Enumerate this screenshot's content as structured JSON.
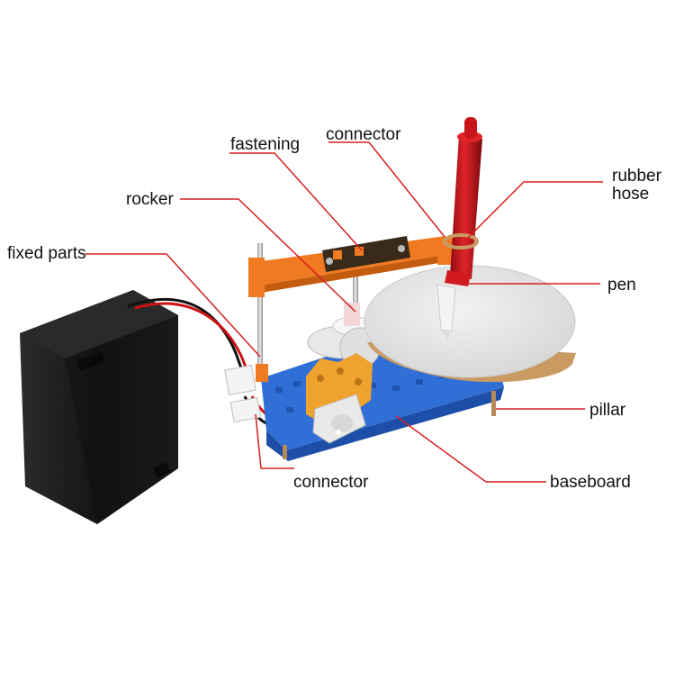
{
  "labels": {
    "fastening": "fastening",
    "connector_top": "connector",
    "rubber_hose_line1": "rubber",
    "rubber_hose_line2": "hose",
    "rocker": "rocker",
    "fixed_parts": "fixed parts",
    "pen": "pen",
    "pillar": "pillar",
    "connector_bottom": "connector",
    "baseboard": "baseboard"
  },
  "colors": {
    "leader_line": "#d42020",
    "label_text": "#111111",
    "baseboard": "#2f6fd6",
    "frame": "#f07a22",
    "pen_body": "#c8151b",
    "disc_top": "#e4e4e4",
    "disc_edge": "#c99a62",
    "battery_box": "#161616",
    "motor_housing": "#f0a22e"
  },
  "icons": {
    "battery": "battery-box-icon",
    "motor": "gear-motor-icon",
    "pen": "pen-icon"
  }
}
